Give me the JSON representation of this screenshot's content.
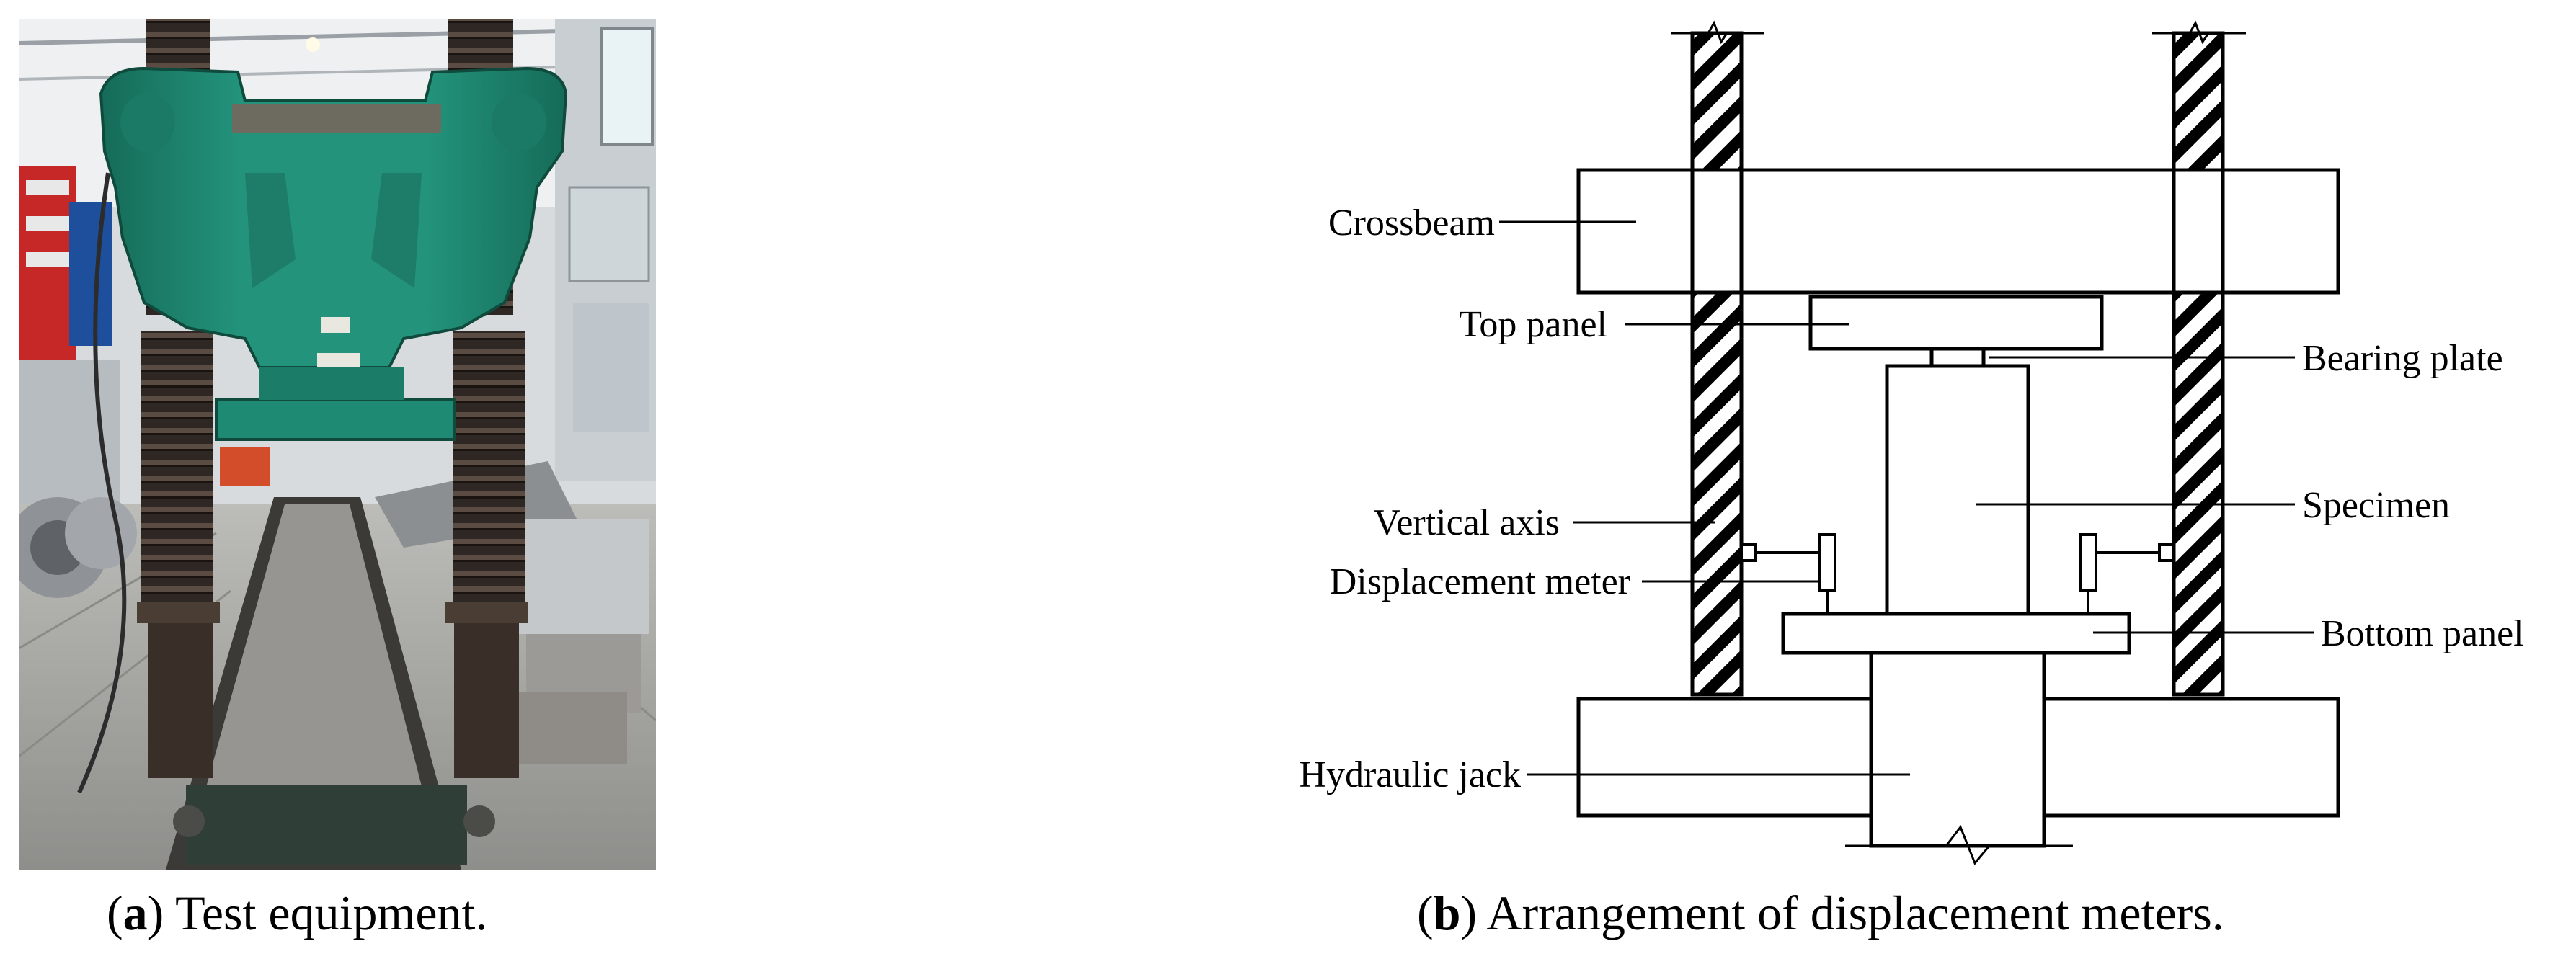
{
  "panel_a": {
    "caption_letter": "a",
    "caption_text": " Test equipment.",
    "photo": {
      "subject": "hydraulic compression testing machine",
      "colors": {
        "frame": "#1f8a74",
        "frame_dark": "#13614f",
        "screw": "#2d2622",
        "floor": "#a6a6a3",
        "wall": "#d9dde0",
        "accent_red": "#c62828"
      }
    }
  },
  "panel_b": {
    "caption_letter": "b",
    "caption_text": " Arrangement of displacement meters.",
    "labels": {
      "crossbeam": "Crossbeam",
      "top_panel": "Top panel",
      "bearing_plate": "Bearing plate",
      "vertical_axis": "Vertical axis",
      "specimen": "Specimen",
      "displacement_meter": "Displacement meter",
      "bottom_panel": "Bottom panel",
      "hydraulic_jack": "Hydraulic jack"
    }
  }
}
